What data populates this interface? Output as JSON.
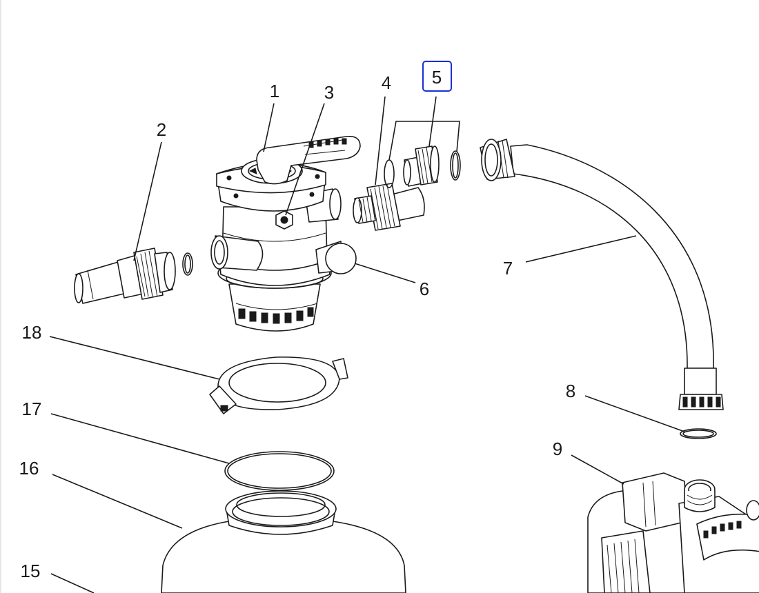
{
  "diagram": {
    "highlight_color": "#1a2fd6",
    "highlighted_part": "5",
    "parts": [
      {
        "number": "1"
      },
      {
        "number": "2"
      },
      {
        "number": "3"
      },
      {
        "number": "4"
      },
      {
        "number": "5"
      },
      {
        "number": "6"
      },
      {
        "number": "7"
      },
      {
        "number": "8"
      },
      {
        "number": "9"
      },
      {
        "number": "15"
      },
      {
        "number": "16"
      },
      {
        "number": "17"
      },
      {
        "number": "18"
      }
    ]
  }
}
